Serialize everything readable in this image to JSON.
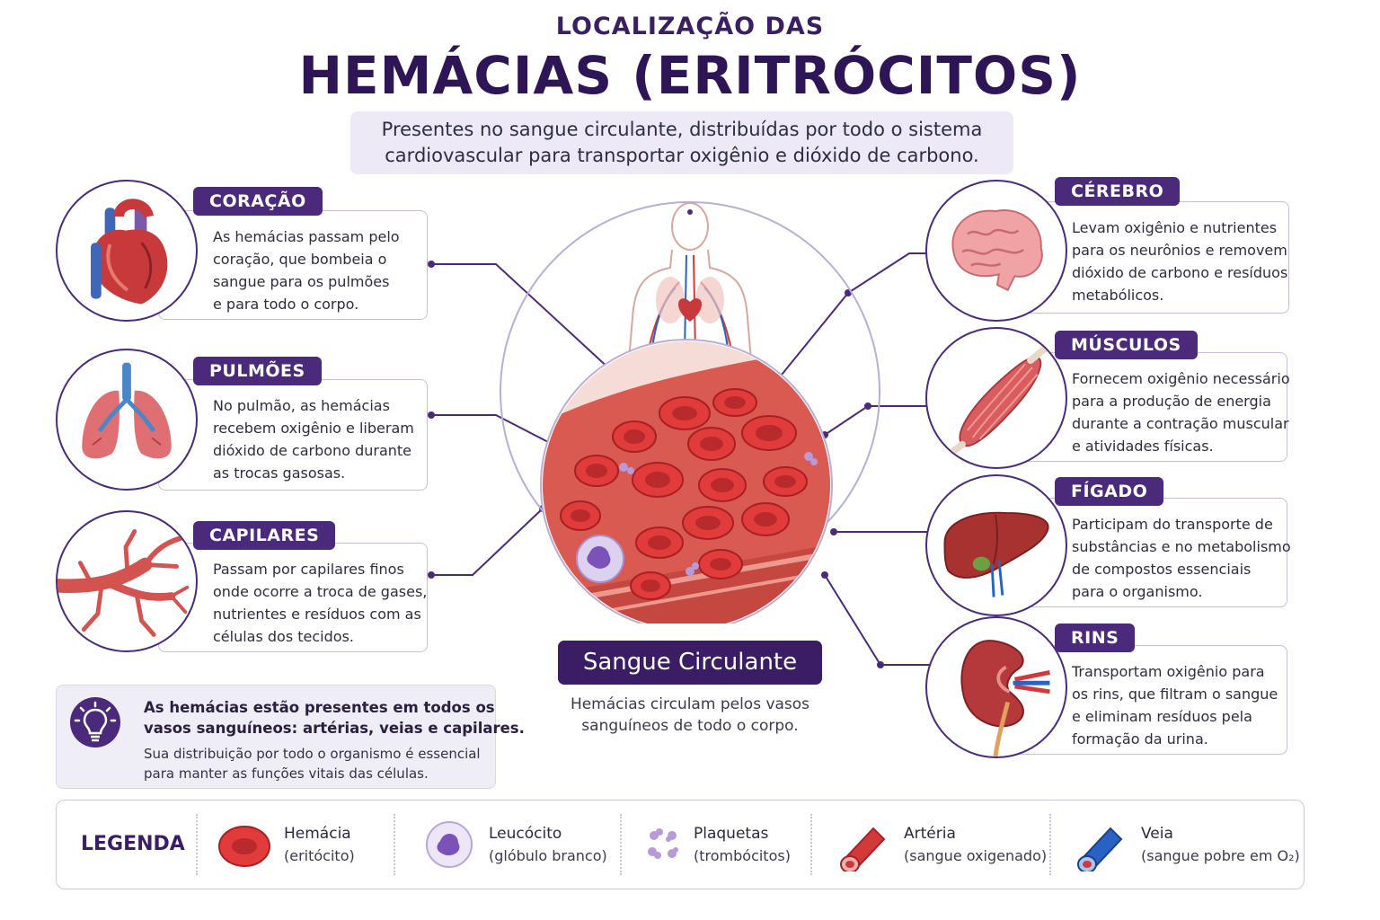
{
  "header": {
    "supertitle": "LOCALIZAÇÃO DAS",
    "title": "HEMÁCIAS (ERITRÓCITOS)",
    "subtitle_line1": "Presentes no sangue circulante, distribuídas por todo o sistema",
    "subtitle_line2": "cardiovascular para transportar oxigênio e dióxido de carbono."
  },
  "left_organs": [
    {
      "icon": "heart-icon",
      "label": "CORAÇÃO",
      "lines": [
        "As hemácias passam pelo",
        "coração, que bombeia o",
        "sangue para os pulmões",
        "e para todo o corpo."
      ]
    },
    {
      "icon": "lungs-icon",
      "label": "PULMÕES",
      "lines": [
        "No pulmão, as hemácias",
        "recebem oxigênio e liberam",
        "dióxido de carbono durante",
        "as trocas gasosas."
      ]
    },
    {
      "icon": "capillaries-icon",
      "label": "CAPILARES",
      "lines": [
        "Passam por capilares finos",
        "onde ocorre a troca de gases,",
        "nutrientes e resíduos com as",
        "células dos tecidos."
      ]
    }
  ],
  "right_organs": [
    {
      "icon": "brain-icon",
      "label": "CÉREBRO",
      "lines": [
        "Levam oxigênio e nutrientes",
        "para os neurônios e removem",
        "dióxido de carbono e resíduos",
        "metabólicos."
      ]
    },
    {
      "icon": "muscle-icon",
      "label": "MÚSCULOS",
      "lines": [
        "Fornecem oxigênio necessário",
        "para a produção de energia",
        "durante a contração muscular",
        "e atividades físicas."
      ]
    },
    {
      "icon": "liver-icon",
      "label": "FÍGADO",
      "lines": [
        "Participam do transporte de",
        "substâncias e no metabolismo",
        "de compostos essenciais",
        "para o organismo."
      ]
    },
    {
      "icon": "kidney-icon",
      "label": "RINS",
      "lines": [
        "Transportam oxigênio para",
        "os rins, que filtram o sangue",
        "e eliminam resíduos pela",
        "formação da urina."
      ]
    }
  ],
  "center": {
    "label": "Sangue Circulante",
    "desc_line1": "Hemácias circulam pelos vasos",
    "desc_line2": "sanguíneos de todo o corpo."
  },
  "tip": {
    "icon": "lightbulb-icon",
    "bold_line1": "As hemácias estão presentes em todos os",
    "bold_line2": "vasos sanguíneos: artérias, veias e capilares.",
    "text_line1": "Sua distribuição por todo o organismo é essencial",
    "text_line2": "para manter as funções vitais das células."
  },
  "legend": {
    "title": "LEGENDA",
    "items": [
      {
        "icon": "red-blood-cell-icon",
        "name": "Hemácia",
        "sub": "(eritócito)"
      },
      {
        "icon": "white-blood-cell-icon",
        "name": "Leucócito",
        "sub": "(glóbulo branco)"
      },
      {
        "icon": "platelets-icon",
        "name": "Plaquetas",
        "sub": "(trombócitos)"
      },
      {
        "icon": "artery-icon",
        "name": "Artéria",
        "sub": "(sangue oxigenado)"
      },
      {
        "icon": "vein-icon",
        "name": "Veia",
        "sub": "(sangue pobre em O₂)"
      }
    ]
  },
  "colors": {
    "primary_purple": "#4b2a7b",
    "dark_purple": "#2e1656",
    "blood_red": "#d23a3a",
    "vein_blue": "#2a62c4"
  }
}
